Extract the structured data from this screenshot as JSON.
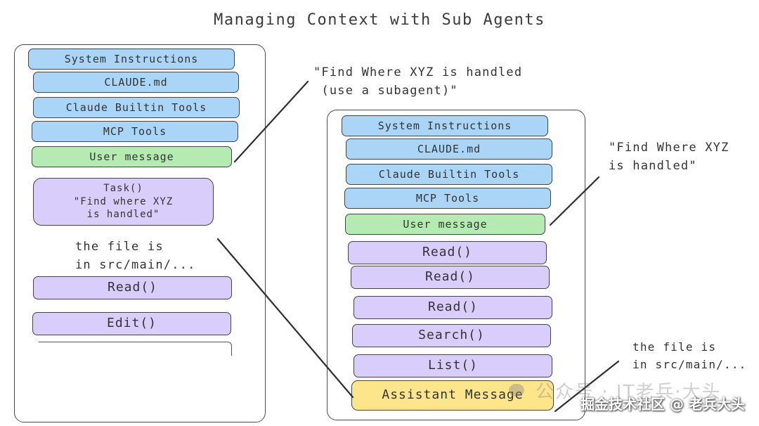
{
  "title": "Managing Context with Sub Agents",
  "left_panel": {
    "boxes": [
      "System Instructions",
      "CLAUDE.md",
      "Claude Builtin Tools",
      "MCP Tools",
      "User message"
    ],
    "task_box": "Task()\n\"Find where XYZ\nis handled\"",
    "result_note": "the file is\nin src/main/...",
    "read_box": "Read()",
    "edit_box": "Edit()"
  },
  "right_panel": {
    "boxes": [
      "System Instructions",
      "CLAUDE.md",
      "Claude Builtin Tools",
      "MCP Tools",
      "User message"
    ],
    "tool_calls": [
      "Read()",
      "Read()",
      "Read()",
      "Search()",
      "List()"
    ],
    "assistant_box": "Assistant Message"
  },
  "notes": {
    "user_prompt": "\"Find Where XYZ is handled\n (use a subagent)\"",
    "subagent_prompt": "\"Find Where XYZ\nis handled\"",
    "subagent_result": "the file is\nin src/main/..."
  },
  "watermark": {
    "gongzhonghao": "公众号 · IT老兵·大头",
    "juejin": "掘金技术社区 @ 老兵大头"
  },
  "colors": {
    "blue": "#aad5f7",
    "green": "#b6eab3",
    "purple": "#d8cdfb",
    "yellow": "#fde58c"
  }
}
